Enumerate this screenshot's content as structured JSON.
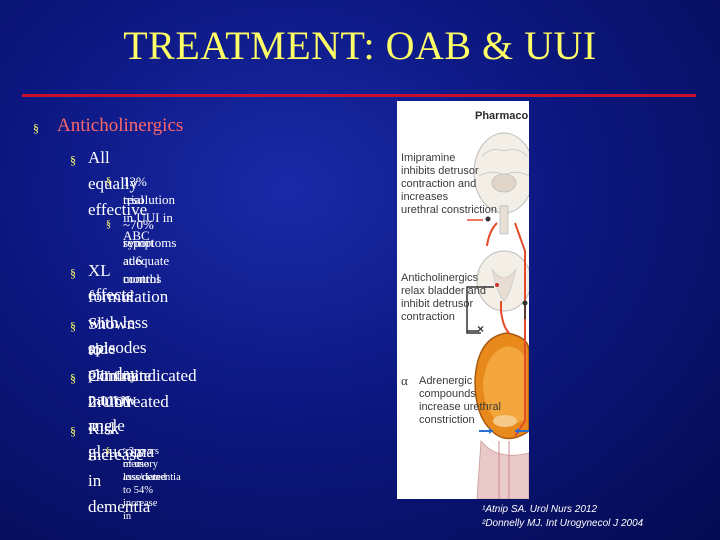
{
  "slide": {
    "title": "TREATMENT: OAB & UUI"
  },
  "bullets": {
    "b1": "Anticholinergics",
    "b1_1": "All equally effective",
    "b1_1_1_a": "13% resolution in UUI in ABC",
    "b1_1_1_b": "trial",
    "b1_1_2_a": "~70% report adequate control of",
    "b1_1_2_b": "symptoms at 6 months",
    "b1_2_a": "XL formulation with less side",
    "b1_2_b": "effects",
    "b1_3_a": "Shown to eliminate 2 UUI",
    "b1_3_b": "episodes per day",
    "b1_4_a": "Contraindicated in untreated",
    "b1_4_b": "narrow angle glaucoma",
    "b1_5": "Risk increase in dementia",
    "b1_5_1_a": ">3 years of use associated to 54% increase in",
    "b1_5_1_b": "memory loss/dementia"
  },
  "figure": {
    "heading": "Pharmacologic Therapy",
    "label1_lines": [
      "Imipramine",
      "inhibits detrusor",
      "contraction and",
      "increases",
      "urethral constriction"
    ],
    "label2_lines": [
      "Anticholinergics",
      "relax bladder and",
      "inhibit detrusor",
      "contraction"
    ],
    "alpha": "α",
    "label3_lines": [
      "Adrenergic",
      "compounds",
      "increase urethral",
      "constriction"
    ]
  },
  "refs": {
    "r1": "¹Atnip SA.  Urol Nurs 2012",
    "r2": "²Donnelly MJ. Int Urogynecol J 2004"
  },
  "colors": {
    "title": "#ffff66",
    "level1": "#ff6666",
    "bullet": "#ffff66",
    "rule": "#c8102e"
  }
}
